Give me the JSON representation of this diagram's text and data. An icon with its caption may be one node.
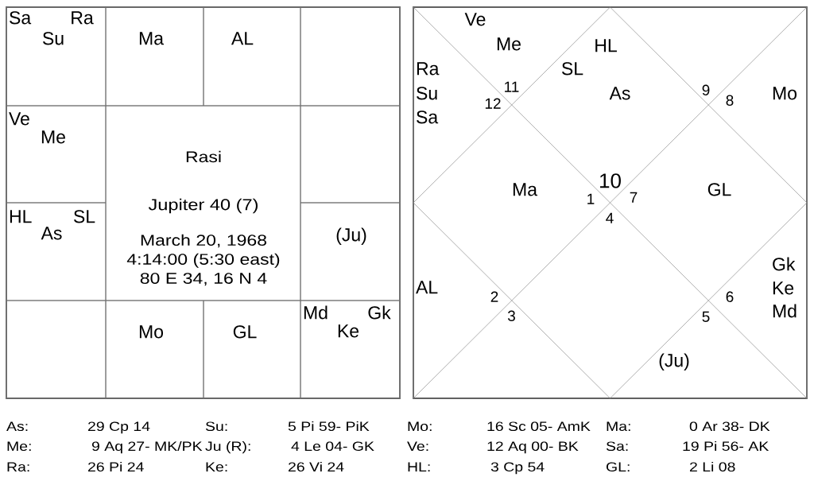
{
  "diagram": {
    "nodes": [
      {
        "text": [
          "Sa",
          "Ra",
          "Su"
        ]
      },
      {
        "text": [
          "Ma"
        ]
      },
      {
        "text": [
          "AL"
        ]
      },
      {
        "text": [],
        "shape": "box"
      },
      {
        "text": [
          "Ve",
          "Me"
        ]
      },
      {
        "text": [
          "Rasi",
          "Jupiter 40 (7)",
          "March 20, 1968 4:14:00 (5:30 east) 80 E 34, 16 N 4"
        ]
      },
      {
        "text": [],
        "shape": "box"
      },
      {
        "text": [
          "HL",
          "SL",
          "As"
        ]
      },
      {
        "text": [
          "(Ju)"
        ]
      },
      {
        "text": [],
        "shape": "box"
      },
      {
        "text": [
          "Mo"
        ]
      },
      {
        "text": [
          "GL"
        ]
      },
      {
        "text": [
          "Md",
          "Gk",
          "Ke"
        ]
      }
    ],
    "labels": [
      "Ve",
      "Me",
      "HL",
      "Ra",
      "SL",
      "Su",
      "12",
      "11",
      "As",
      "9",
      "8",
      "Mo",
      "Sa",
      "Ma",
      "1",
      "10",
      "7",
      "GL",
      "4",
      "Gk",
      "AL",
      "Ke",
      "2",
      "6",
      "3",
      "5",
      "Md",
      "(Ju)",
      "As:",
      "29 Cp 14",
      "Su:",
      "5 Pi 59- PiK",
      "Mo:",
      "16 Sc 05- AmK",
      "Ma:",
      "0 Ar 38- DK",
      "Me:",
      "9 Aq 27- MK/PK",
      "Ju (R):",
      "4 Le 04- GK",
      "Ve:",
      "12 Aq 00- BK",
      "Sa:",
      "19 Pi 56- AK",
      "Ra:",
      "26 Pi 24",
      "Ke:",
      "26 Vi 24",
      "HL:",
      "3 Cp 54",
      "GL:",
      "2 Li 08"
    ]
  }
}
